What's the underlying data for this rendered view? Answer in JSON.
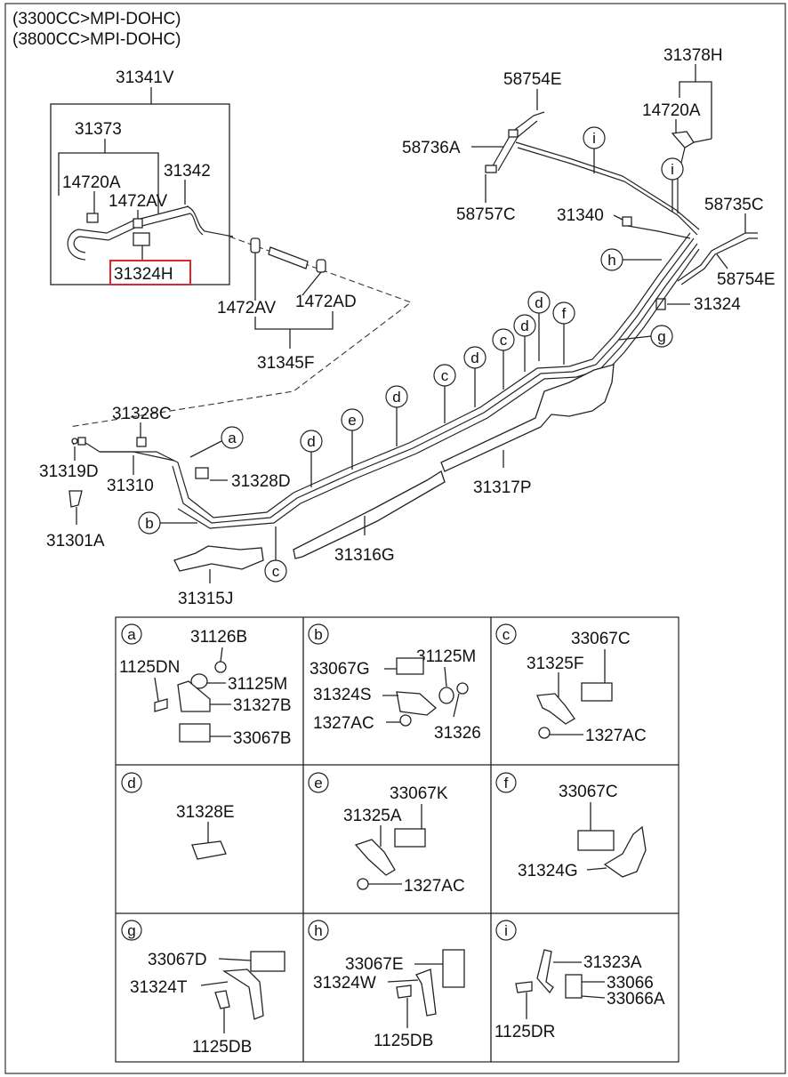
{
  "header": {
    "line1": "(3300CC>MPI-DOHC)",
    "line2": "(3800CC>MPI-DOHC)"
  },
  "highlight_color": "#e0262b",
  "labels": {
    "p31341V": "31341V",
    "p31373": "31373",
    "p14720A_l": "14720A",
    "p1472AV_l": "1472AV",
    "p31342": "31342",
    "p31324H": "31324H",
    "p1472AV_m": "1472AV",
    "p1472AD": "1472AD",
    "p31345F": "31345F",
    "p58754E_t": "58754E",
    "p58736A": "58736A",
    "p58757C": "58757C",
    "p31340": "31340",
    "p31378H": "31378H",
    "p14720A_r": "14720A",
    "p58735C": "58735C",
    "p58754E_r": "58754E",
    "p31324": "31324",
    "p31328C": "31328C",
    "p31319D": "31319D",
    "p31310": "31310",
    "p31328D": "31328D",
    "p31301A": "31301A",
    "p31317P": "31317P",
    "p31316G": "31316G",
    "p31315J": "31315J"
  },
  "callouts": {
    "a": "a",
    "b": "b",
    "c": "c",
    "d": "d",
    "e": "e",
    "f": "f",
    "g": "g",
    "h": "h",
    "i": "i"
  },
  "grid": {
    "a": {
      "letter": "a",
      "parts": [
        "31126B",
        "1125DN",
        "31125M",
        "31327B",
        "33067B"
      ]
    },
    "b": {
      "letter": "b",
      "parts": [
        "33067G",
        "31125M",
        "31324S",
        "1327AC",
        "31326"
      ]
    },
    "c": {
      "letter": "c",
      "parts": [
        "33067C",
        "31325F",
        "1327AC"
      ]
    },
    "d": {
      "letter": "d",
      "parts": [
        "31328E"
      ]
    },
    "e": {
      "letter": "e",
      "parts": [
        "33067K",
        "31325A",
        "1327AC"
      ]
    },
    "f": {
      "letter": "f",
      "parts": [
        "33067C",
        "31324G"
      ]
    },
    "g": {
      "letter": "g",
      "parts": [
        "33067D",
        "31324T",
        "1125DB"
      ]
    },
    "h": {
      "letter": "h",
      "parts": [
        "33067E",
        "31324W",
        "1125DB"
      ]
    },
    "i": {
      "letter": "i",
      "parts": [
        "31323A",
        "33066",
        "33066A",
        "1125DR"
      ]
    }
  }
}
